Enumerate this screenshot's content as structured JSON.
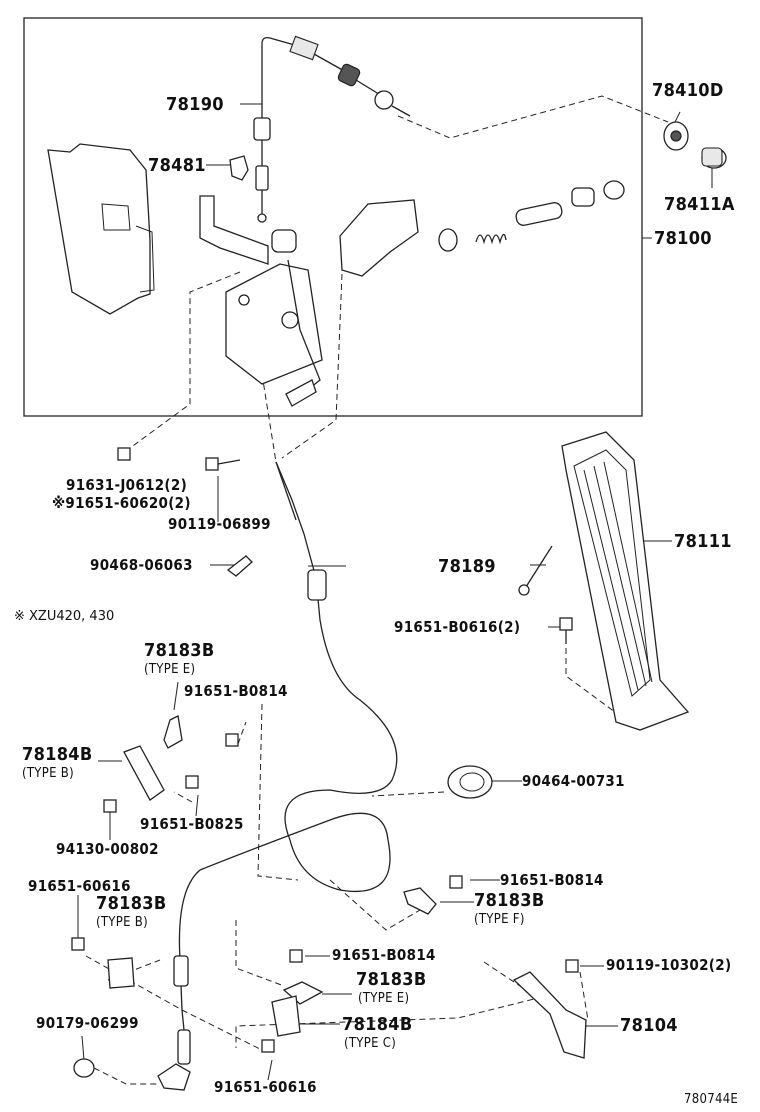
{
  "labels": {
    "p78190": "78190",
    "p78481": "78481",
    "p78410D": "78410D",
    "p78411A": "78411A",
    "p78100": "78100",
    "p91631": "91631-J0612(2)",
    "p91651_60620": "※91651-60620(2)",
    "p90119_06899": "90119-06899",
    "p90468": "90468-06063",
    "note_xzu": "※ XZU420, 430",
    "p78189": "78189",
    "p78111": "78111",
    "p91651_B0616": "91651-B0616(2)",
    "p78183B_e1": "78183B",
    "type_e1": "(TYPE E)",
    "p91651_B0814_a": "91651-B0814",
    "p78184B_b": "78184B",
    "type_b1": "(TYPE B)",
    "p91651_B0825": "91651-B0825",
    "p94130": "94130-00802",
    "p90464": "90464-00731",
    "p91651_B0814_b": "91651-B0814",
    "p78183B_f": "78183B",
    "type_f": "(TYPE F)",
    "p91651_60616_a": "91651-60616",
    "p78183B_b": "78183B",
    "type_b2": "(TYPE B)",
    "p91651_B0814_c": "91651-B0814",
    "p78183B_e2": "78183B",
    "type_e2": "(TYPE E)",
    "p90119_10302": "90119-10302(2)",
    "p78104": "78104",
    "p90179": "90179-06299",
    "p78184B_c": "78184B",
    "type_c": "(TYPE C)",
    "p91651_60616_b": "91651-60616",
    "diagram_code": "780744E"
  }
}
